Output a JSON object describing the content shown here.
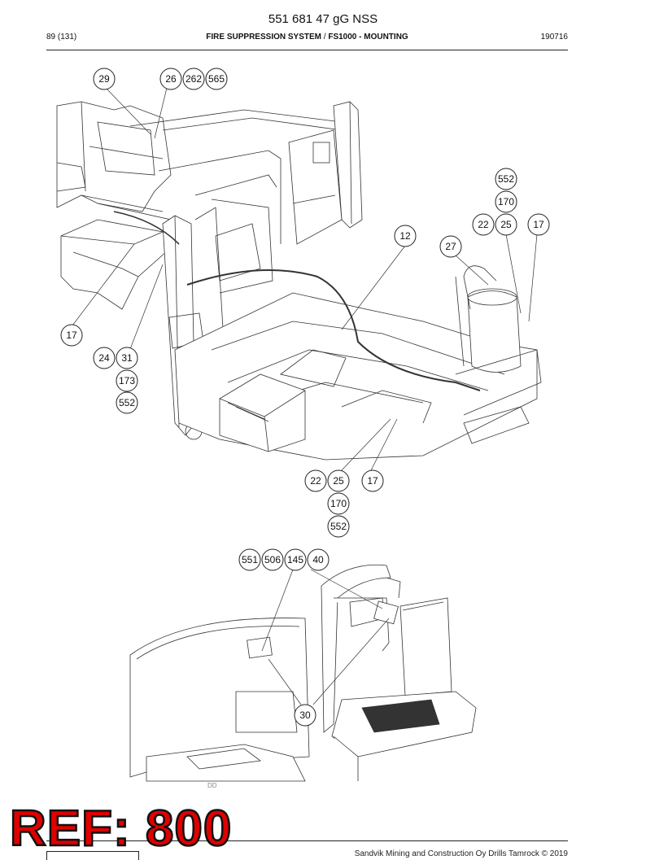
{
  "header": {
    "doc_number": "551 681 47 gG NSS",
    "page": "89 (131)",
    "section": "FIRE SUPPRESSION SYSTEM",
    "separator": " / ",
    "subsection": "FS1000 - MOUNTING",
    "date": "190716"
  },
  "callouts": {
    "c29": "29",
    "c26": "26",
    "c262": "262",
    "c565": "565",
    "c552a": "552",
    "c170a": "170",
    "c22a": "22",
    "c25a": "25",
    "c17a": "17",
    "c12": "12",
    "c27": "27",
    "c17b": "17",
    "c24": "24",
    "c31": "31",
    "c173": "173",
    "c552b": "552",
    "c22b": "22",
    "c25b": "25",
    "c17c": "17",
    "c170b": "170",
    "c552c": "552",
    "c551": "551",
    "c506": "506",
    "c145": "145",
    "c40": "40",
    "c30": "30"
  },
  "drawing_label": "DD",
  "ref_stamp": "REF: 800",
  "footer": {
    "copyright": "Sandvik Mining and Construction Oy Drills Tamrock © 2019"
  }
}
